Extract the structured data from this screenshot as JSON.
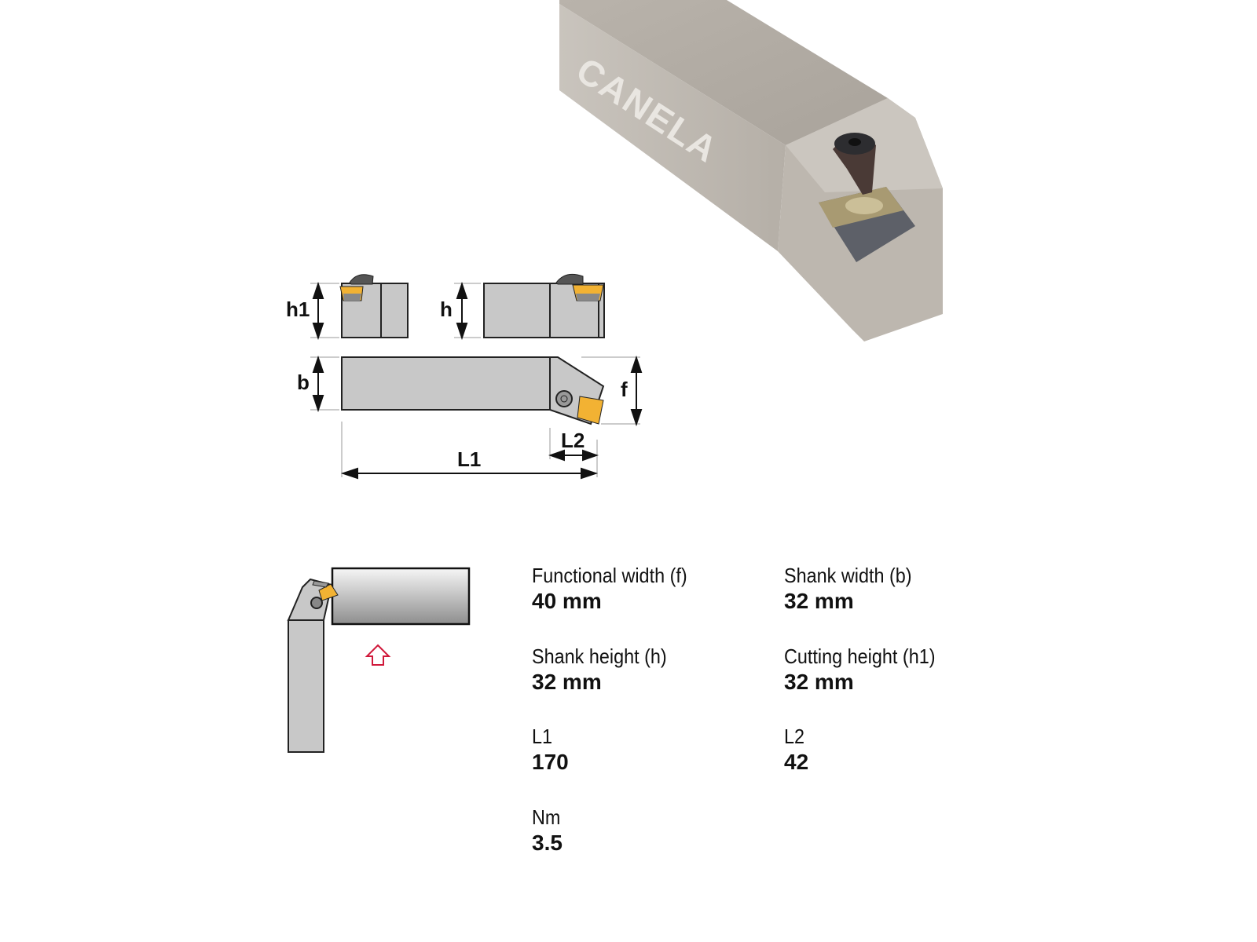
{
  "product": {
    "brand_logo_text": "CANELA",
    "photo_icon": "tool-holder-photo"
  },
  "dimension_diagram": {
    "labels": {
      "h1": "h1",
      "h": "h",
      "b": "b",
      "f": "f",
      "L1": "L1",
      "L2": "L2"
    }
  },
  "colors": {
    "insert": "#f2b233",
    "body": "#c8c8c8",
    "arrow": "#d0183a"
  },
  "specs": [
    {
      "label": "Functional width (f)",
      "value": "40 mm"
    },
    {
      "label": "Shank width (b)",
      "value": "32 mm"
    },
    {
      "label": "Shank height (h)",
      "value": "32 mm"
    },
    {
      "label": "Cutting height (h1)",
      "value": "32 mm"
    },
    {
      "label": "L1",
      "value": "170"
    },
    {
      "label": "L2",
      "value": "42"
    },
    {
      "label": "Nm",
      "value": "3.5"
    }
  ]
}
